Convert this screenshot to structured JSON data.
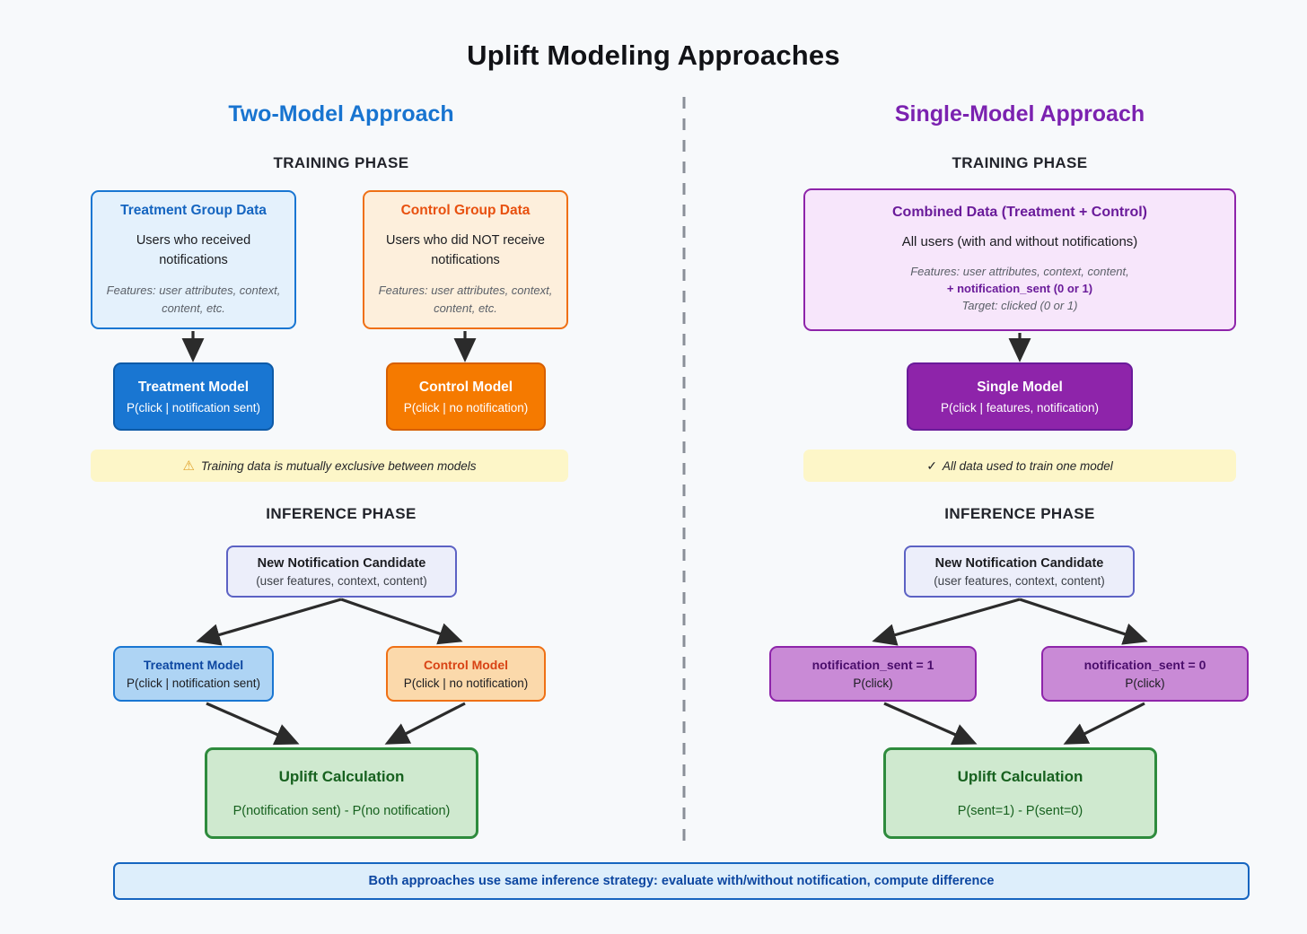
{
  "title": "Uplift Modeling Approaches",
  "columns": {
    "left": {
      "title": "Two-Model Approach",
      "color": "#1874d0",
      "training_phase_label": "TRAINING PHASE",
      "inference_phase_label": "INFERENCE PHASE",
      "treatment_data": {
        "heading": "Treatment Group Data",
        "body": "Users who received notifications",
        "features": "Features: user attributes, context, content, etc.",
        "border_color": "#1976d2",
        "fill_color": "#e4f1fc"
      },
      "control_data": {
        "heading": "Control Group Data",
        "body": "Users who did NOT receive notifications",
        "features": "Features: user attributes, context, content, etc.",
        "border_color": "#ef7015",
        "fill_color": "#fdefdc"
      },
      "treatment_model_train": {
        "heading": "Treatment Model",
        "formula": "P(click | notification sent)",
        "fill_color": "#1976d2"
      },
      "control_model_train": {
        "heading": "Control Model",
        "formula": "P(click | no notification)",
        "fill_color": "#f57a00"
      },
      "note": {
        "icon": "warning-icon",
        "glyph": "⚠",
        "text": "Training data is mutually exclusive between models"
      },
      "candidate": {
        "heading": "New Notification Candidate",
        "subtext": "(user features, context, content)"
      },
      "treatment_model_inf": {
        "heading": "Treatment Model",
        "formula": "P(click | notification sent)",
        "fill_color": "#aed4f4"
      },
      "control_model_inf": {
        "heading": "Control Model",
        "formula": "P(click | no notification)",
        "fill_color": "#fbd9ab"
      },
      "uplift": {
        "heading": "Uplift Calculation",
        "formula": "P(notification sent) - P(no notification)",
        "fill_color": "#cfe9cf"
      }
    },
    "right": {
      "title": "Single-Model Approach",
      "color": "#7b22b0",
      "training_phase_label": "TRAINING PHASE",
      "inference_phase_label": "INFERENCE PHASE",
      "combined_data": {
        "heading": "Combined Data (Treatment + Control)",
        "body": "All users (with and without notifications)",
        "features_line1": "Features: user attributes, context, content,",
        "features_line2": "+ notification_sent (0 or 1)",
        "features_line3": "Target: clicked (0 or 1)",
        "border_color": "#8e24aa",
        "fill_color": "#f7e6fb"
      },
      "single_model_train": {
        "heading": "Single Model",
        "formula": "P(click | features, notification)",
        "fill_color": "#8e24aa"
      },
      "note": {
        "icon": "check-icon",
        "glyph": "✓",
        "text": "All data used to train one model"
      },
      "candidate": {
        "heading": "New Notification Candidate",
        "subtext": "(user features, context, content)"
      },
      "sent_one": {
        "heading": "notification_sent = 1",
        "formula": "P(click)",
        "fill_color": "#c98ad6"
      },
      "sent_zero": {
        "heading": "notification_sent = 0",
        "formula": "P(click)",
        "fill_color": "#c98ad6"
      },
      "uplift": {
        "heading": "Uplift Calculation",
        "formula": "P(sent=1) - P(sent=0)",
        "fill_color": "#cfe9cf"
      }
    }
  },
  "footer": {
    "text": "Both approaches use same inference strategy: evaluate with/without notification, compute difference",
    "border_color": "#1565c0",
    "fill_color": "#ddeefb"
  }
}
